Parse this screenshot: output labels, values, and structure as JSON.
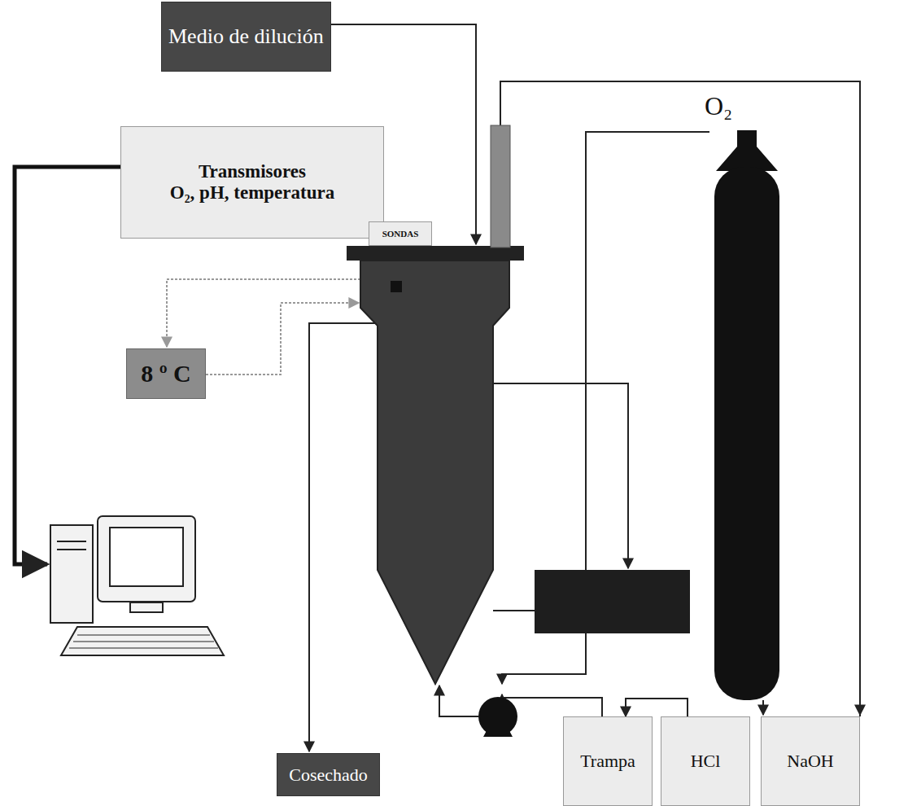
{
  "diagram": {
    "nodes": [
      {
        "text": [
          "Medio de dilución"
        ]
      },
      {
        "text": [
          "Transmisores",
          "O₂, pH, temperatura"
        ]
      },
      {
        "text": [
          "SONDAS"
        ]
      },
      {
        "text": [
          "8 º C"
        ]
      },
      {
        "text": [
          "Cosechado"
        ]
      },
      {
        "text": [
          "Trampa"
        ]
      },
      {
        "text": [
          "HCl"
        ]
      },
      {
        "text": [
          "NaOH"
        ]
      }
    ],
    "edges": [
      {
        "from": 2,
        "to": 1,
        "arrow": "to"
      },
      {
        "from": 6,
        "to": 5,
        "arrow": "to"
      }
    ],
    "labels": [
      "O₂"
    ]
  }
}
